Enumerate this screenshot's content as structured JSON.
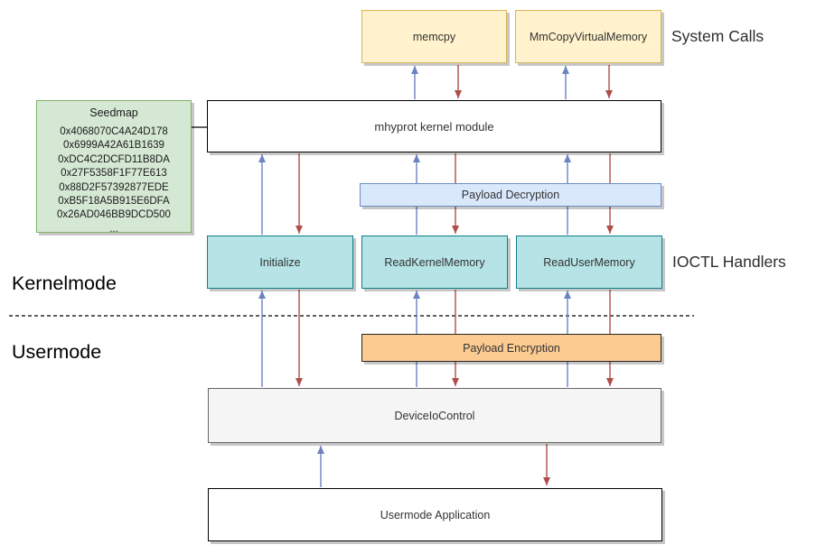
{
  "diagram": {
    "side_labels": {
      "system_calls": "System Calls",
      "ioctl_handlers": "IOCTL Handlers",
      "kernelmode": "Kernelmode",
      "usermode": "Usermode"
    },
    "system_calls": {
      "memcpy": "memcpy",
      "mm_copy_virtual_memory": "MmCopyVirtualMemory"
    },
    "kernel_module": {
      "label": "mhyprot kernel module"
    },
    "payload_decryption": {
      "label": "Payload Decryption"
    },
    "ioctl_handlers": {
      "initialize": "Initialize",
      "read_kernel_memory": "ReadKernelMemory",
      "read_user_memory": "ReadUserMemory"
    },
    "payload_encryption": {
      "label": "Payload Encryption"
    },
    "device_io_control": {
      "label": "DeviceIoControl"
    },
    "usermode_application": {
      "label": "Usermode Application"
    },
    "seedmap": {
      "title": "Seedmap",
      "values": [
        "0x4068070C4A24D178",
        "0x6999A42A61B1639",
        "0xDC4C2DCFD11B8DA",
        "0x27F5358F1F77E613",
        "0x88D2F57392877EDE",
        "0xB5F18A5B915E6DFA",
        "0x26AD046BB9DCD500",
        "..."
      ]
    },
    "colors": {
      "arrow_up": "#6B82C3",
      "arrow_down": "#AF4E49",
      "system_call_fill": "#FFF2CC",
      "system_call_border": "#D6B656",
      "seedmap_fill": "#D5E8D4",
      "seedmap_border": "#82B366",
      "kernel_module_fill": "#FFFFFF",
      "kernel_module_border": "#000000",
      "decryption_fill": "#DAE8FC",
      "decryption_border": "#6C8EBF",
      "handler_fill": "#B5E3E6",
      "handler_border": "#0E8088",
      "encryption_fill": "#FBCB92",
      "encryption_border": "#262626",
      "device_io_fill": "#F5F5F5",
      "device_io_border": "#666666",
      "divider": "#000000"
    }
  }
}
